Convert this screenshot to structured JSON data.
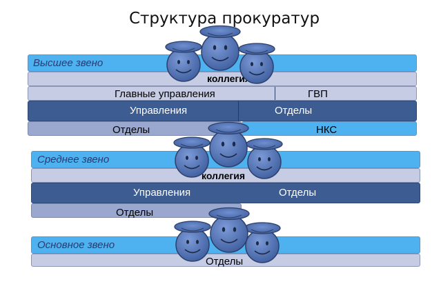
{
  "title": "Структура прокуратур",
  "top_level": {
    "level_label": "Высшее звено",
    "collegium": "коллегия",
    "main_directorates": "Главные управления",
    "gvp": "ГВП",
    "directorates": "Управления",
    "departments": "Отделы",
    "departments_row": "Отделы",
    "nks": "НКС"
  },
  "middle_level": {
    "level_label": "Среднее звено",
    "collegium": "коллегия",
    "directorates": "Управления",
    "departments": "Отделы",
    "departments_row": "Отделы"
  },
  "base_level": {
    "level_label": "Основное звено",
    "departments": "Отделы"
  },
  "colors": {
    "level_bar": "#4db2ef",
    "light_bar": "#c5cce4",
    "mid_bar": "#9aa8cf",
    "dark_bar": "#3d5c92",
    "face": "#5a7dc4",
    "face_dark": "#2b3f6a"
  },
  "icons": [
    "smiley-face-icon",
    "cap-icon"
  ]
}
